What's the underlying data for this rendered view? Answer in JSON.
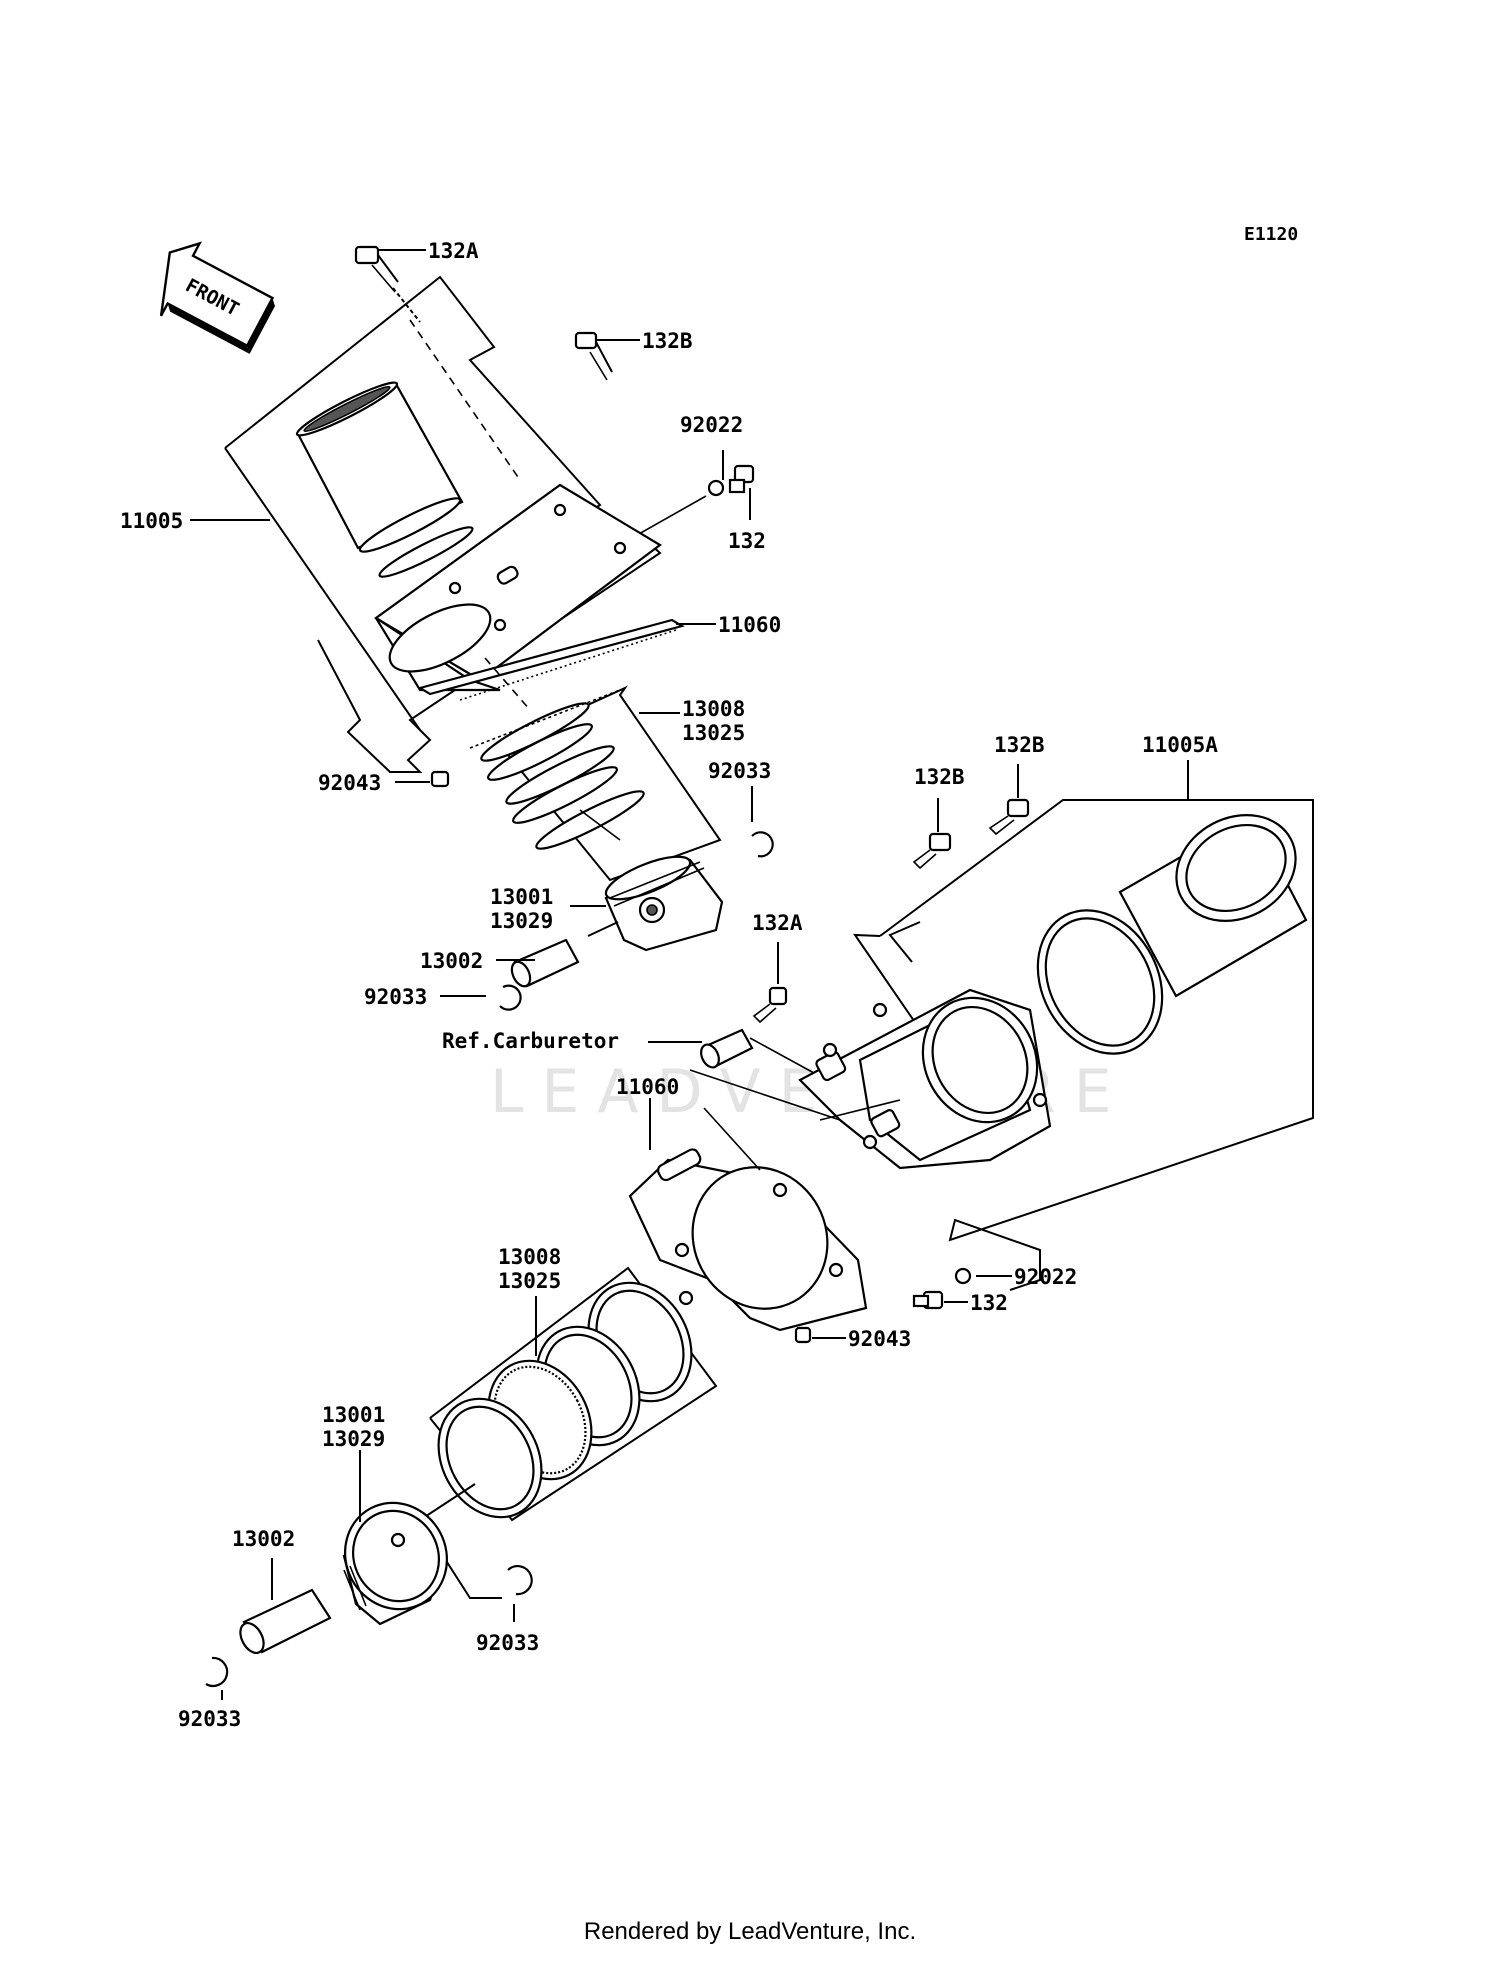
{
  "diagram_code": "E1120",
  "front_label": "FRONT",
  "watermark": "LEADVENTURE",
  "footer": "Rendered by LeadVenture, Inc.",
  "callouts": {
    "top": {
      "bolt_132a": "132A",
      "bolt_132b": "132B",
      "washer_92022": "92022",
      "bolt_132": "132",
      "cylinder_11005": "11005",
      "gasket_11060": "11060",
      "rings_13008": "13008",
      "rings_13025": "13025",
      "dowel_92043": "92043",
      "circlip_92033_right": "92033",
      "piston_13001": "13001",
      "piston_13029": "13029",
      "pin_13002": "13002",
      "circlip_92033_left": "92033",
      "ref_carburetor": "Ref.Carburetor"
    },
    "bottom": {
      "bolt_132b_left": "132B",
      "bolt_132b_right": "132B",
      "cylinder_11005a": "11005A",
      "bolt_132a": "132A",
      "gasket_11060": "11060",
      "washer_92022": "92022",
      "bolt_132": "132",
      "dowel_92043": "92043",
      "rings_13008": "13008",
      "rings_13025": "13025",
      "piston_13001": "13001",
      "piston_13029": "13029",
      "pin_13002": "13002",
      "circlip_92033_right": "92033",
      "circlip_92033_left": "92033"
    }
  }
}
